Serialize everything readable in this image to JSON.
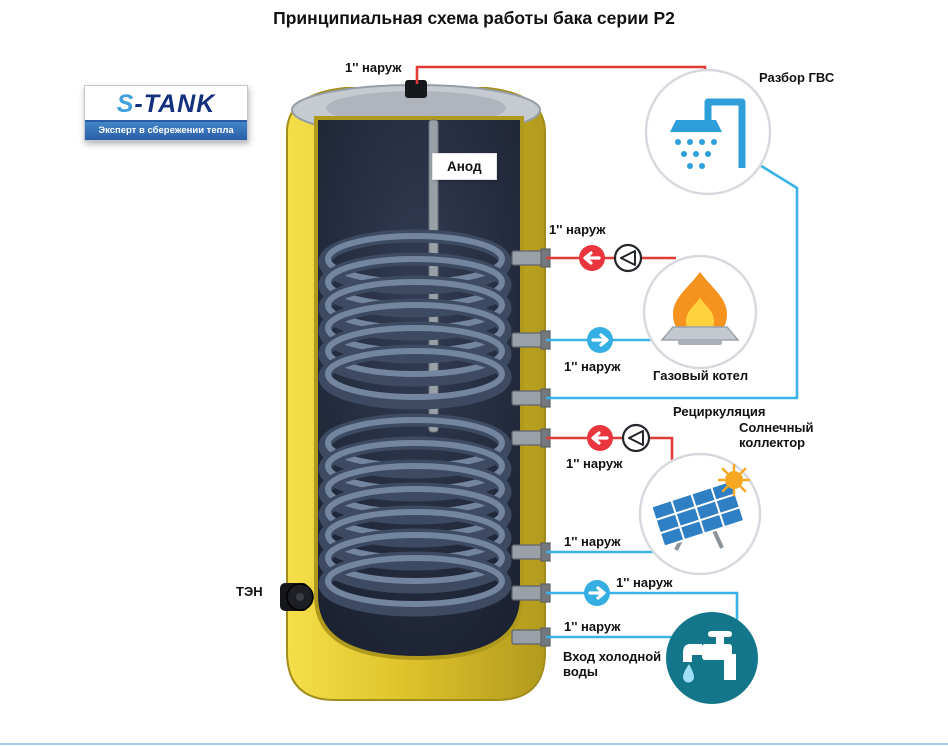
{
  "title": "Принципиальная схема работы бака серии Р2",
  "logo": {
    "brand_s": "S",
    "brand_rest": "-TANK",
    "tagline": "Эксперт в сбережении тепла"
  },
  "tank": {
    "anode": "Анод",
    "heater": "ТЭН"
  },
  "ports": {
    "top_outlet": "1'' наруж",
    "boiler_supply": "1'' наруж",
    "boiler_return": "1'' наруж",
    "solar_supply": "1'' наруж",
    "solar_return": "1'' наруж",
    "cold_main": "1'' наруж",
    "cold_lower": "1'' наруж"
  },
  "external": {
    "dhw": "Разбор ГВС",
    "gas_boiler": "Газовый котел",
    "recirculation": "Рециркуляция",
    "solar_collector": "Солнечный коллектор",
    "cold_water_inlet": "Вход холодной воды"
  },
  "colors": {
    "hot_line": "#e23a34",
    "cold_line": "#3ab4e8",
    "tank_shell": "#e2c52f",
    "tank_interior": "#242b3d",
    "tap_circle": "#13768a",
    "icon_blue": "#2e9fd8",
    "flame_orange": "#f6921e",
    "flame_yellow": "#ffd23e"
  }
}
